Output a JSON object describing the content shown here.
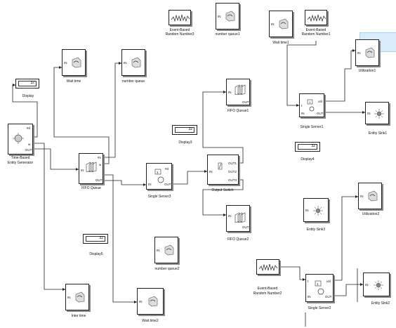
{
  "blocks": {
    "display": {
      "label": "Display",
      "value": "32"
    },
    "wait_time": {
      "label": "Wait time",
      "port_in": "IN"
    },
    "number_queue": {
      "label": "number queue",
      "port_in": "IN"
    },
    "erng3": {
      "label1": "Event-Based",
      "label2": "Random Number3"
    },
    "number_queue1": {
      "label": "number queue1",
      "port_in": "IN"
    },
    "wait_time1": {
      "label": "Wait time1",
      "port_in": "IN"
    },
    "erng1": {
      "label1": "Event-Based",
      "label2": "Random Number1"
    },
    "utilization1": {
      "label": "Utilization1",
      "port_in": "IN"
    },
    "fifo_queue1": {
      "label": "FIFO Queue1",
      "port_in": "IN",
      "port_out": "OUT"
    },
    "single_server1": {
      "label": "Single Server1",
      "port_in": "IN",
      "port_out": "OUT",
      "port_util": "util",
      "port_t": "t"
    },
    "entity_sink1": {
      "label": "Entity Sink1",
      "port_in": "IN"
    },
    "tb_generator": {
      "label1": "Time-Based",
      "label2": "Entity Generator",
      "port_out": "OUT",
      "port_w": "w",
      "port_ta": "#d"
    },
    "fifo_queue": {
      "label": "FIFO Queue",
      "port_in": "IN",
      "port_out": "OUT",
      "port_w": "w",
      "port_n": "#n"
    },
    "display3": {
      "label": "Display3",
      "value": "32"
    },
    "single_server3": {
      "label": "Single Server3",
      "port_in": "IN",
      "port_out": "OUT",
      "port_d": "#d"
    },
    "output_switch": {
      "label": "Output Switch",
      "port_in": "IN",
      "port_out1": "OUT1",
      "port_out2": "OUT2",
      "port_out3": "OUT3"
    },
    "display4": {
      "label": "Display4",
      "value": "32"
    },
    "fifo_queue2": {
      "label": "FIFO Queue2",
      "port_in": "IN",
      "port_out": "OUT"
    },
    "utilization2": {
      "label": "Utilization2",
      "port_in": "IN"
    },
    "entity_sink3": {
      "label": "Entity Sink3",
      "port_in": "IN"
    },
    "display5": {
      "label": "Display5",
      "value": "32"
    },
    "number_queue2": {
      "label": "number queue2",
      "port_in": "IN"
    },
    "erng2": {
      "label1": "Event-Based",
      "label2": "Random Number2"
    },
    "single_server2": {
      "label": "Single Server2",
      "port_in": "IN",
      "port_out": "OUT",
      "port_util": "util",
      "port_t": "t"
    },
    "entity_sink2": {
      "label": "Entity Sink2",
      "port_in": "IN"
    },
    "inter_time": {
      "label": "Inter time",
      "port_in": "IN"
    },
    "wait_time2": {
      "label": "Wait time2",
      "port_in": "IN"
    }
  },
  "colors": {
    "line": "#222222",
    "highlight": "#d6ecf8"
  }
}
